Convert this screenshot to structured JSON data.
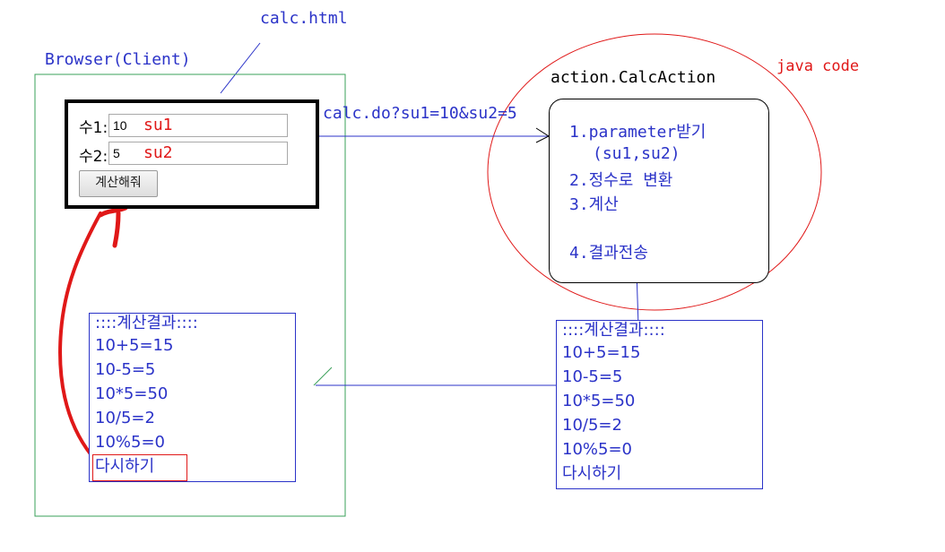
{
  "labels": {
    "calc_html": "calc.html",
    "browser": "Browser(Client)",
    "action": "action.CalcAction",
    "java_code": "java code",
    "request": "calc.do?su1=10&su2=5"
  },
  "form": {
    "field1_label": "수1:",
    "field1_value": "10",
    "field1_hint": "su1",
    "field2_label": "수2:",
    "field2_value": "5",
    "field2_hint": "su2",
    "submit_label": "계산해줘"
  },
  "steps": [
    "1.parameter받기",
    "(su1,su2)",
    "2.정수로 변환",
    "3.계산",
    "4.결과전송"
  ],
  "result": {
    "title": "::::계산결과::::",
    "lines": [
      "10+5=15",
      "10-5=5",
      "10*5=50",
      "10/5=2",
      "10%5=0"
    ],
    "retry": "다시하기"
  },
  "colors": {
    "blue": "#2b33c8",
    "red": "#e01818",
    "green": "#3aa05a",
    "black": "#000000"
  }
}
